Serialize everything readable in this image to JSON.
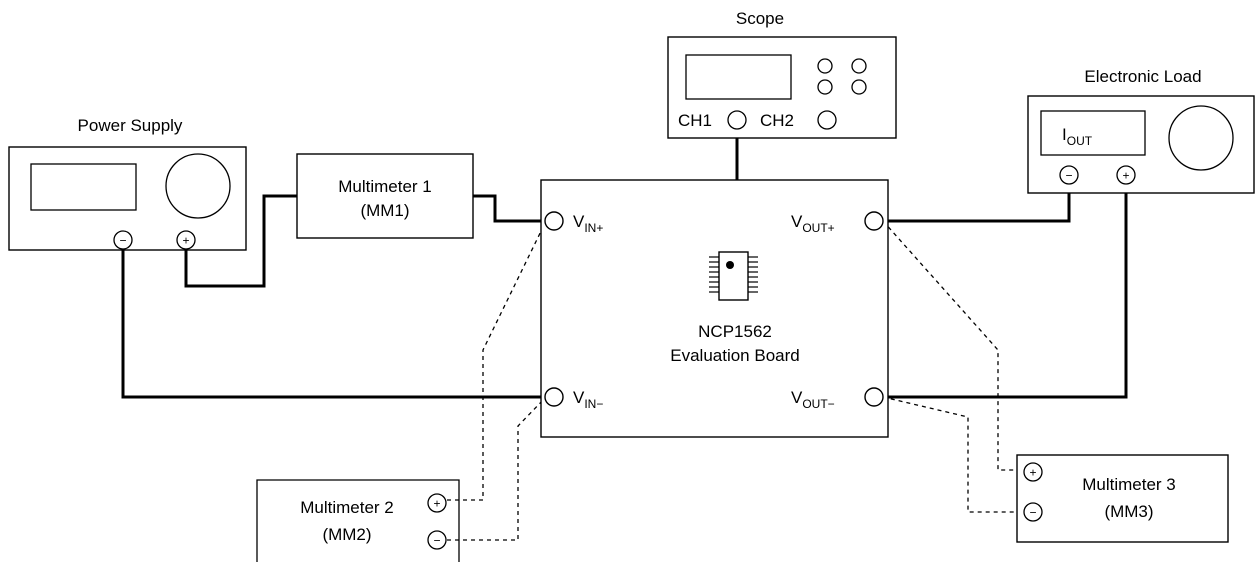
{
  "scope": {
    "title": "Scope",
    "ch1": "CH1",
    "ch2": "CH2"
  },
  "power_supply": {
    "title": "Power Supply",
    "minus_symbol": "−",
    "plus_symbol": "+"
  },
  "electronic_load": {
    "title": "Electronic Load",
    "iout_main": "I",
    "iout_sub": "OUT",
    "minus_symbol": "−",
    "plus_symbol": "+"
  },
  "mm1": {
    "line1": "Multimeter 1",
    "line2": "(MM1)"
  },
  "mm2": {
    "line1": "Multimeter 2",
    "line2": "(MM2)",
    "plus_symbol": "+",
    "minus_symbol": "−"
  },
  "mm3": {
    "line1": "Multimeter 3",
    "line2": "(MM3)",
    "plus_symbol": "+",
    "minus_symbol": "−"
  },
  "board": {
    "line1": "NCP1562",
    "line2": "Evaluation Board"
  },
  "terminals": {
    "vin_plus": {
      "main": "V",
      "sub": "IN+"
    },
    "vin_minus": {
      "main": "V",
      "sub": "IN−"
    },
    "vout_plus": {
      "main": "V",
      "sub": "OUT+"
    },
    "vout_minus": {
      "main": "V",
      "sub": "OUT−"
    }
  }
}
